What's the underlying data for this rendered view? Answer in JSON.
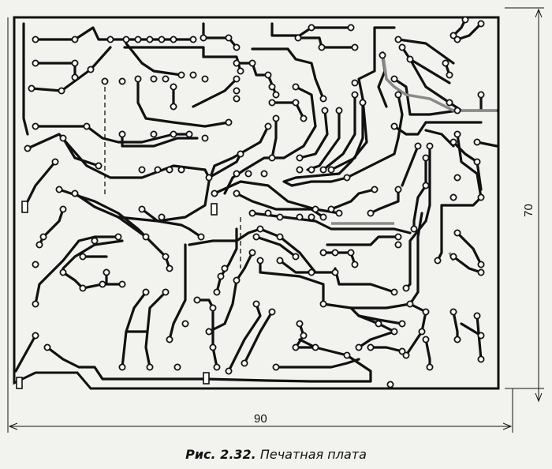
{
  "figure": {
    "caption_prefix": "Рис. 2.32.",
    "caption_text": "Печатная плата",
    "width_label": "90",
    "height_label": "70"
  },
  "colors": {
    "trace": "#111111",
    "paper": "#f2f2ef",
    "pad_fill": "#ffffff",
    "gray_trace": "#8a8a8a"
  }
}
